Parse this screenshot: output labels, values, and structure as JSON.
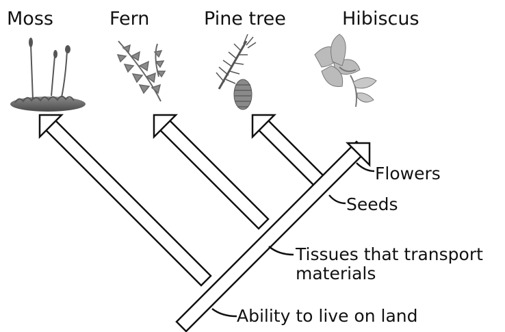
{
  "taxa": [
    {
      "name": "Moss",
      "icon": "moss-icon"
    },
    {
      "name": "Fern",
      "icon": "fern-icon"
    },
    {
      "name": "Pine tree",
      "icon": "pine-cone-icon"
    },
    {
      "name": "Hibiscus",
      "icon": "hibiscus-flower-icon"
    }
  ],
  "traits": [
    {
      "label": "Flowers"
    },
    {
      "label": "Seeds"
    },
    {
      "label": "Tissues that transport\nmaterials"
    },
    {
      "label": "Ability to live on land"
    }
  ],
  "colors": {
    "line": "#111111",
    "arrow_fill": "#ffffff",
    "illustration": "#6e6e6e"
  }
}
